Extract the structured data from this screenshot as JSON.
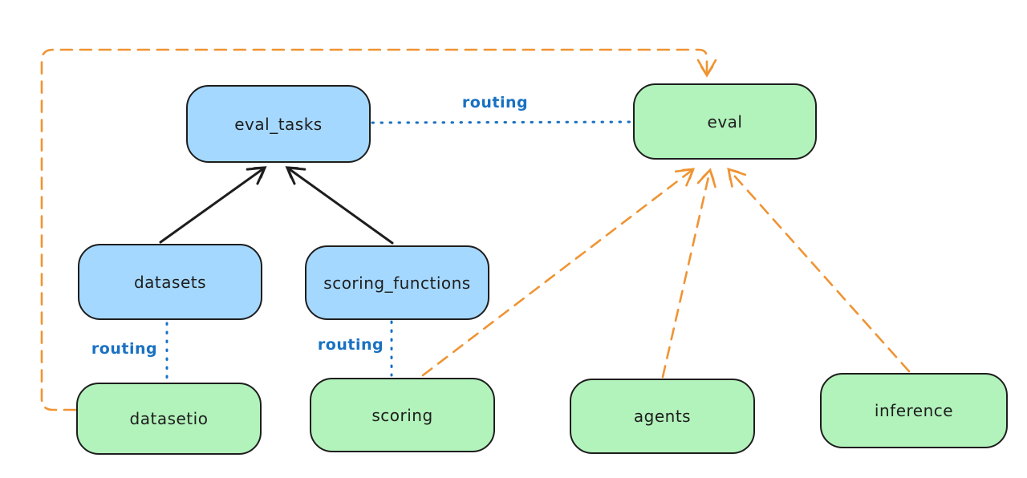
{
  "diagram": {
    "nodes": [
      {
        "id": "eval_tasks",
        "label": "eval_tasks",
        "kind": "api"
      },
      {
        "id": "eval",
        "label": "eval",
        "kind": "provider"
      },
      {
        "id": "datasets",
        "label": "datasets",
        "kind": "api"
      },
      {
        "id": "scoring_functions",
        "label": "scoring_functions",
        "kind": "api"
      },
      {
        "id": "datasetio",
        "label": "datasetio",
        "kind": "provider"
      },
      {
        "id": "scoring",
        "label": "scoring",
        "kind": "provider"
      },
      {
        "id": "agents",
        "label": "agents",
        "kind": "provider"
      },
      {
        "id": "inference",
        "label": "inference",
        "kind": "provider"
      }
    ],
    "edge_labels": {
      "routing_eval_tasks_to_eval": "routing",
      "routing_datasets_to_datasetio": "routing",
      "routing_scoring_functions_to_scoring": "routing"
    },
    "edges": [
      {
        "from": "datasets",
        "to": "eval_tasks",
        "style": "solid-black-arrow"
      },
      {
        "from": "scoring_functions",
        "to": "eval_tasks",
        "style": "solid-black-arrow"
      },
      {
        "from": "eval_tasks",
        "to": "eval",
        "style": "dotted-blue",
        "label": "routing"
      },
      {
        "from": "datasets",
        "to": "datasetio",
        "style": "dotted-blue",
        "label": "routing"
      },
      {
        "from": "scoring_functions",
        "to": "scoring",
        "style": "dotted-blue",
        "label": "routing"
      },
      {
        "from": "datasetio",
        "to": "eval",
        "style": "dashed-orange-arrow"
      },
      {
        "from": "scoring",
        "to": "eval",
        "style": "dashed-orange-arrow"
      },
      {
        "from": "agents",
        "to": "eval",
        "style": "dashed-orange-arrow"
      },
      {
        "from": "inference",
        "to": "eval",
        "style": "dashed-orange-arrow"
      }
    ],
    "colors": {
      "api_fill": "#a5d8ff",
      "provider_fill": "#b2f2bb",
      "stroke": "#1e1e1e",
      "routing_blue": "#1971c2",
      "provider_orange": "#ef9433",
      "background": "#ffffff"
    }
  }
}
